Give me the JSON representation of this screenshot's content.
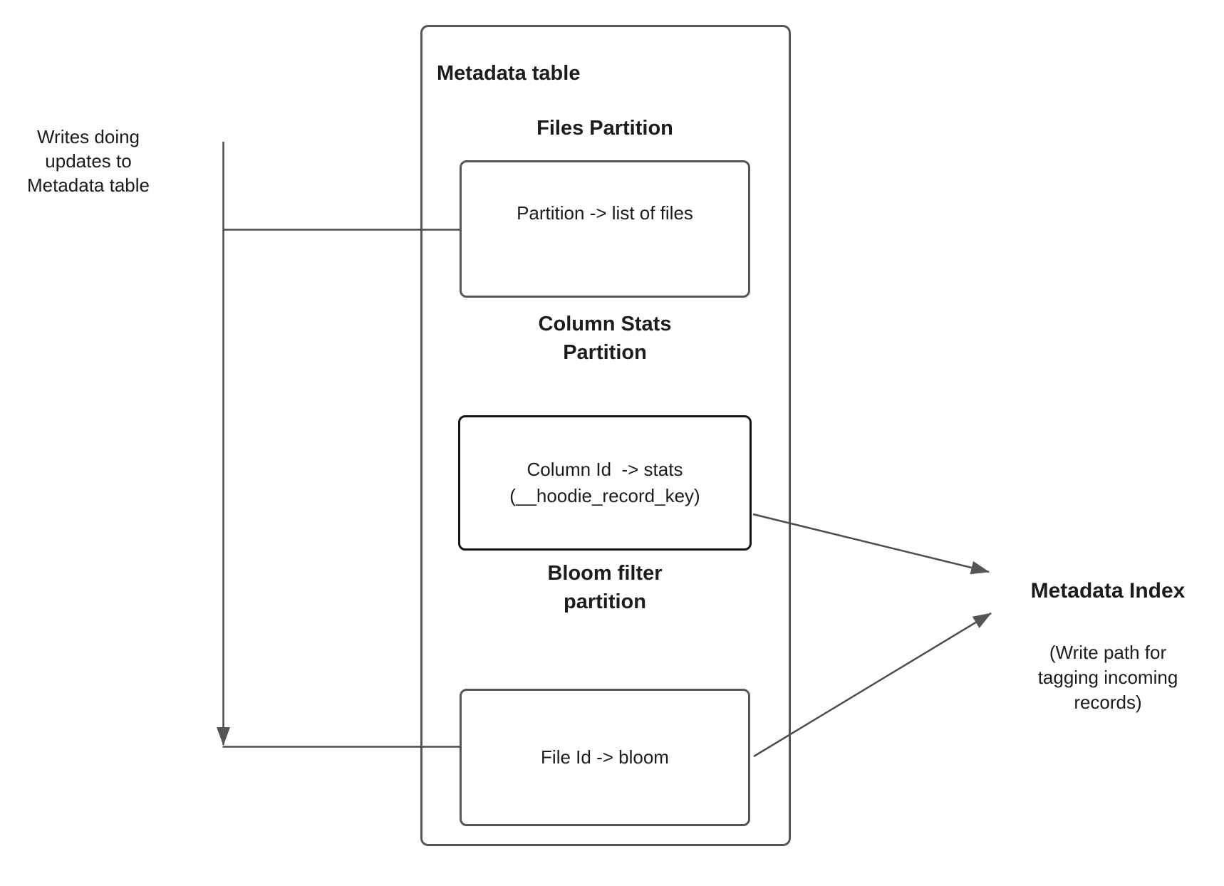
{
  "left_note": "Writes doing\nupdates to\nMetadata table",
  "metadata_table": {
    "title": "Metadata table",
    "files_partition": {
      "heading": "Files Partition",
      "mapping": "Partition -> list of files"
    },
    "column_stats_partition": {
      "heading": "Column Stats\nPartition",
      "mapping": "Column Id  -> stats",
      "mapping_key": "(__hoodie_record_key)"
    },
    "bloom_filter_partition": {
      "heading": "Bloom filter\npartition",
      "mapping": "File Id -> bloom"
    }
  },
  "metadata_index": {
    "title": "Metadata Index",
    "subtitle": "(Write path for\ntagging incoming\nrecords)"
  },
  "colors": {
    "line": "#4d4d4d",
    "box_border": "#565656",
    "stats_box_border": "#141414",
    "text": "#1c1c1c",
    "background": "#ffffff"
  }
}
